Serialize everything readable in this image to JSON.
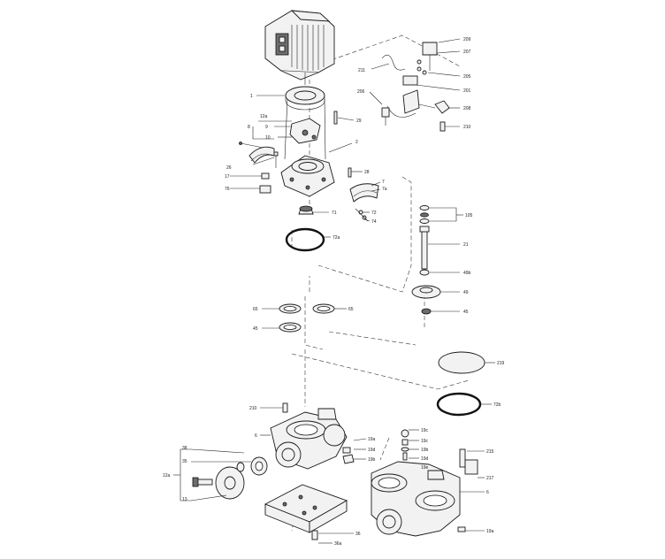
{
  "callouts": [
    {
      "id": "c-209",
      "text": "209"
    },
    {
      "id": "c-207",
      "text": "207"
    },
    {
      "id": "c-211",
      "text": "211"
    },
    {
      "id": "c-205",
      "text": "205"
    },
    {
      "id": "c-201",
      "text": "201"
    },
    {
      "id": "c-206",
      "text": "206"
    },
    {
      "id": "c-208",
      "text": "208"
    },
    {
      "id": "c-210t",
      "text": "210"
    },
    {
      "id": "c-1",
      "text": "1"
    },
    {
      "id": "c-12a",
      "text": "12a"
    },
    {
      "id": "c-8",
      "text": "8"
    },
    {
      "id": "c-9",
      "text": "9"
    },
    {
      "id": "c-10",
      "text": "10"
    },
    {
      "id": "c-29",
      "text": "29"
    },
    {
      "id": "c-2",
      "text": "2"
    },
    {
      "id": "c-26",
      "text": "26"
    },
    {
      "id": "c-17",
      "text": "17"
    },
    {
      "id": "c-76",
      "text": "76"
    },
    {
      "id": "c-28",
      "text": "28"
    },
    {
      "id": "c-7",
      "text": "7"
    },
    {
      "id": "c-7a",
      "text": "7a"
    },
    {
      "id": "c-71",
      "text": "71"
    },
    {
      "id": "c-72",
      "text": "72"
    },
    {
      "id": "c-74",
      "text": "74"
    },
    {
      "id": "c-72a",
      "text": "72a"
    },
    {
      "id": "c-105",
      "text": "105"
    },
    {
      "id": "c-21",
      "text": "21"
    },
    {
      "id": "c-49b",
      "text": "49b"
    },
    {
      "id": "c-49",
      "text": "49"
    },
    {
      "id": "c-45",
      "text": "45"
    },
    {
      "id": "c-65",
      "text": "65"
    },
    {
      "id": "c-65b",
      "text": "65"
    },
    {
      "id": "c-45b",
      "text": "45"
    },
    {
      "id": "c-219",
      "text": "219"
    },
    {
      "id": "c-72b",
      "text": "72b"
    },
    {
      "id": "c-210b",
      "text": "210"
    },
    {
      "id": "c-6",
      "text": "6"
    },
    {
      "id": "c-19a",
      "text": "19a"
    },
    {
      "id": "c-19d",
      "text": "19d"
    },
    {
      "id": "c-19b",
      "text": "19b"
    },
    {
      "id": "c-19c",
      "text": "19c"
    },
    {
      "id": "c-19ca",
      "text": "19c"
    },
    {
      "id": "c-19bb",
      "text": "19b"
    },
    {
      "id": "c-19db",
      "text": "19d"
    },
    {
      "id": "c-19e",
      "text": "19e"
    },
    {
      "id": "c-215",
      "text": "215"
    },
    {
      "id": "c-217",
      "text": "217"
    },
    {
      "id": "c-6b",
      "text": "6"
    },
    {
      "id": "c-19ab",
      "text": "19a"
    },
    {
      "id": "c-36",
      "text": "36"
    },
    {
      "id": "c-36a",
      "text": "36a"
    },
    {
      "id": "c-38",
      "text": "38"
    },
    {
      "id": "c-35",
      "text": "35"
    },
    {
      "id": "c-13",
      "text": "13"
    },
    {
      "id": "c-12ab",
      "text": "12a"
    }
  ]
}
